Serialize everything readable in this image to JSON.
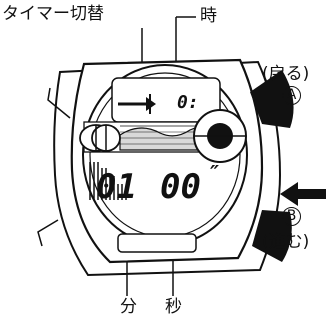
{
  "labels": {
    "timer_switch": "タイマー切替",
    "hour": "時",
    "button_a_text": "(戻る)",
    "button_a_letter": "A",
    "button_b_text": "(進む)",
    "button_b_letter": "B",
    "minute": "分",
    "second": "秒"
  },
  "display": {
    "top_digit": "0:",
    "minutes": "01",
    "seconds": "00",
    "seconds_mark": "″"
  }
}
